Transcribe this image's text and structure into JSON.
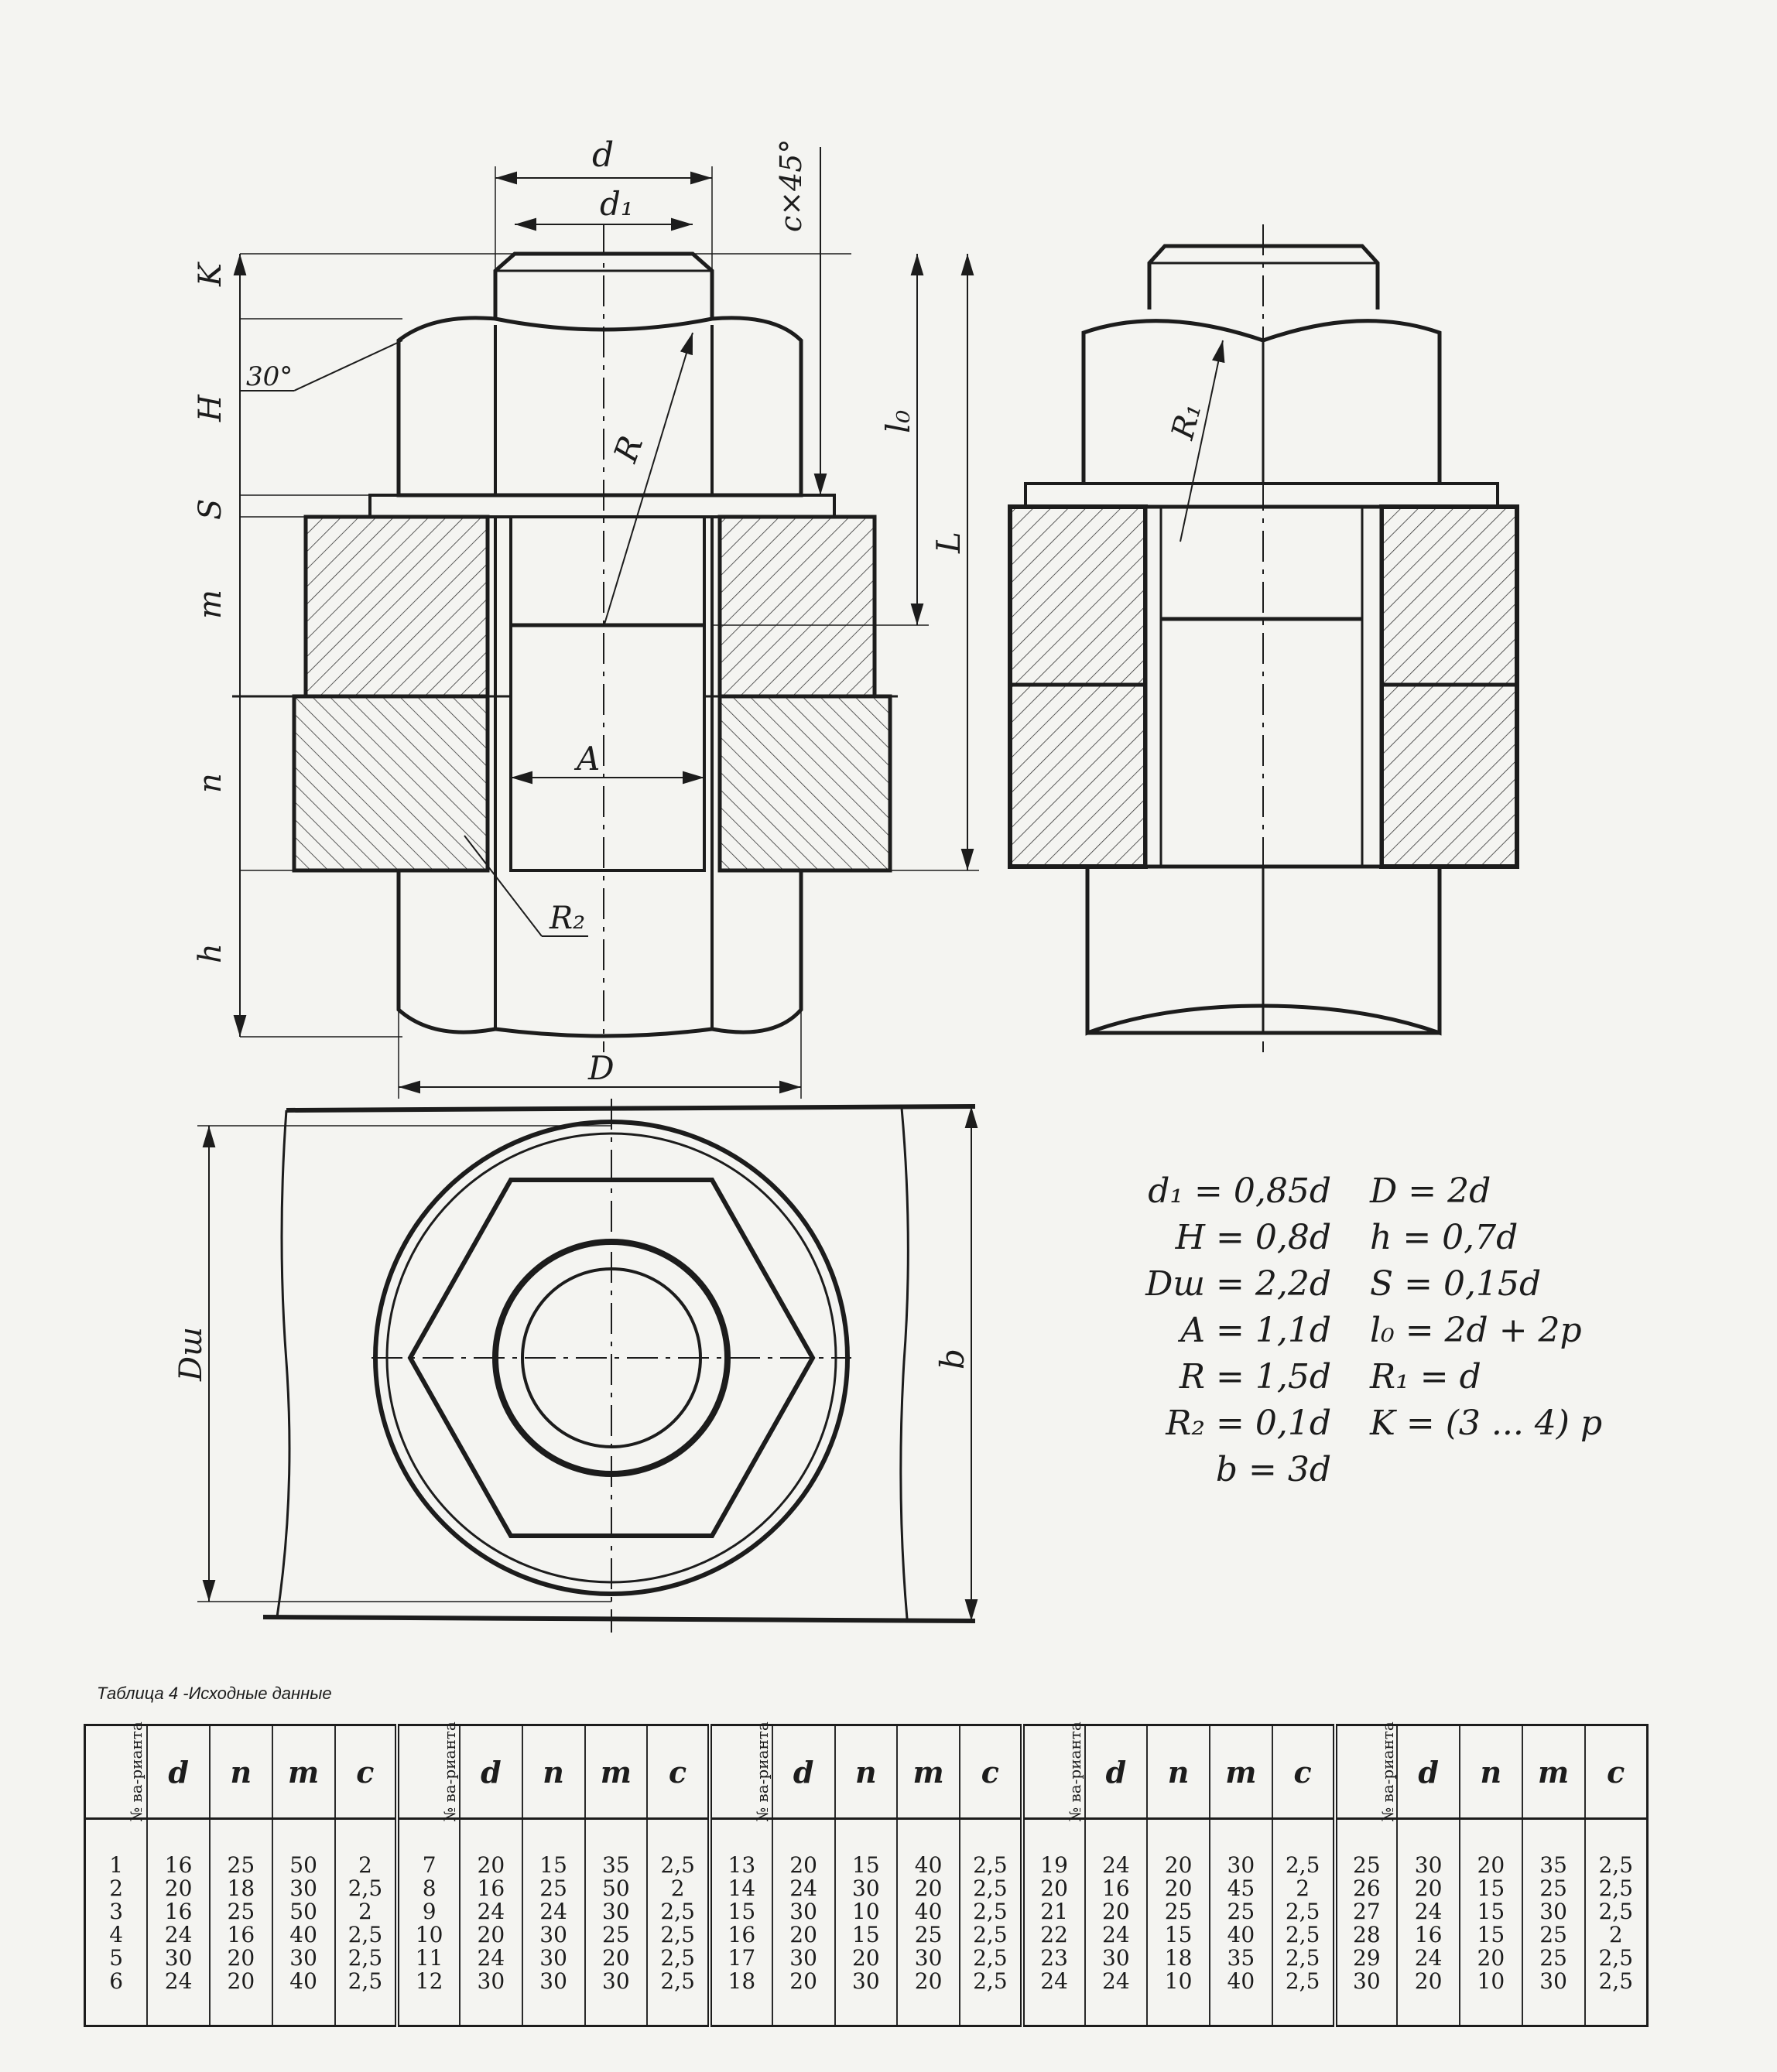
{
  "drawing_labels": {
    "d": "d",
    "d1": "d₁",
    "chamfer": "c×45°",
    "K": "K",
    "H": "H",
    "angle30": "30°",
    "S": "S",
    "m": "m",
    "n": "n",
    "h": "h",
    "R": "R",
    "R1": "R₁",
    "R2": "R₂",
    "A": "A",
    "D": "D",
    "l0": "l₀",
    "L": "L",
    "Dsh": "Dш",
    "b": "b"
  },
  "formulas": {
    "left": [
      "d₁ = 0,85d",
      "H = 0,8d",
      "Dш = 2,2d",
      "A = 1,1d",
      "R = 1,5d",
      "R₂ = 0,1d",
      "b = 3d"
    ],
    "right": [
      "D = 2d",
      "h = 0,7d",
      "S = 0,15d",
      "l₀ = 2d + 2p",
      "R₁ = d",
      "K = (3 ... 4) p"
    ]
  },
  "table": {
    "caption": "Таблица 4 -Исходные данные",
    "variant_header": "№ ва-рианта",
    "columns": [
      "d",
      "n",
      "m",
      "c"
    ],
    "groups": [
      {
        "variants": [
          "1",
          "2",
          "3",
          "4",
          "5",
          "6"
        ],
        "d": [
          "16",
          "20",
          "16",
          "24",
          "30",
          "24"
        ],
        "n": [
          "25",
          "18",
          "25",
          "16",
          "20",
          "20"
        ],
        "m": [
          "50",
          "30",
          "50",
          "40",
          "30",
          "40"
        ],
        "c": [
          "2",
          "2,5",
          "2",
          "2,5",
          "2,5",
          "2,5"
        ]
      },
      {
        "variants": [
          "7",
          "8",
          "9",
          "10",
          "11",
          "12"
        ],
        "d": [
          "20",
          "16",
          "24",
          "20",
          "24",
          "30"
        ],
        "n": [
          "15",
          "25",
          "24",
          "30",
          "30",
          "30"
        ],
        "m": [
          "35",
          "50",
          "30",
          "25",
          "20",
          "30"
        ],
        "c": [
          "2,5",
          "2",
          "2,5",
          "2,5",
          "2,5",
          "2,5"
        ]
      },
      {
        "variants": [
          "13",
          "14",
          "15",
          "16",
          "17",
          "18"
        ],
        "d": [
          "20",
          "24",
          "30",
          "20",
          "30",
          "20"
        ],
        "n": [
          "15",
          "30",
          "10",
          "15",
          "20",
          "30"
        ],
        "m": [
          "40",
          "20",
          "40",
          "25",
          "30",
          "20"
        ],
        "c": [
          "2,5",
          "2,5",
          "2,5",
          "2,5",
          "2,5",
          "2,5"
        ]
      },
      {
        "variants": [
          "19",
          "20",
          "21",
          "22",
          "23",
          "24"
        ],
        "d": [
          "24",
          "16",
          "20",
          "24",
          "30",
          "24"
        ],
        "n": [
          "20",
          "20",
          "25",
          "15",
          "18",
          "10"
        ],
        "m": [
          "30",
          "45",
          "25",
          "40",
          "35",
          "40"
        ],
        "c": [
          "2,5",
          "2",
          "2,5",
          "2,5",
          "2,5",
          "2,5"
        ]
      },
      {
        "variants": [
          "25",
          "26",
          "27",
          "28",
          "29",
          "30"
        ],
        "d": [
          "30",
          "20",
          "24",
          "16",
          "24",
          "20"
        ],
        "n": [
          "20",
          "15",
          "15",
          "15",
          "20",
          "10"
        ],
        "m": [
          "35",
          "25",
          "30",
          "25",
          "25",
          "30"
        ],
        "c": [
          "2,5",
          "2,5",
          "2,5",
          "2",
          "2,5",
          "2,5"
        ]
      }
    ]
  }
}
